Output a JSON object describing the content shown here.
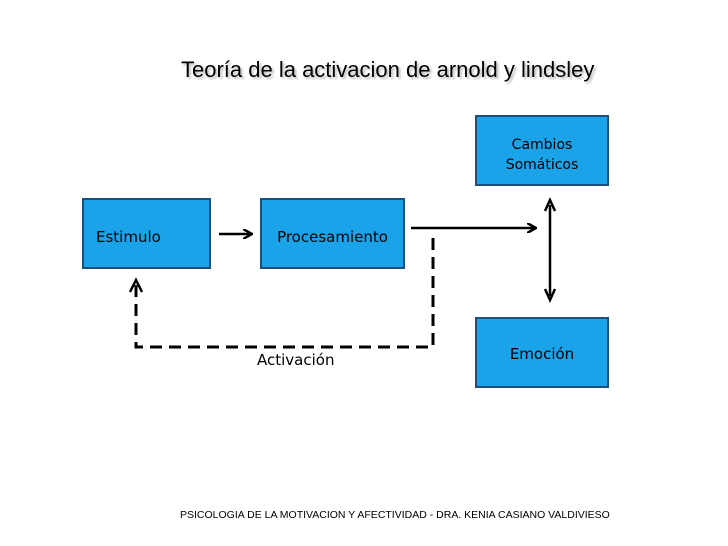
{
  "title": "Teoría de la activacion de arnold y lindsley",
  "nodes": {
    "estimulo": "Estimulo",
    "procesamiento": "Procesamiento",
    "cambios_line1": "Cambios",
    "cambios_line2": "Somáticos",
    "emocion": "Emoción"
  },
  "edge_labels": {
    "activacion": "Activación"
  },
  "footer": "PSICOLOGIA DE LA MOTIVACION Y AFECTIVIDAD - DRA. KENIA CASIANO VALDIVIESO",
  "colors": {
    "box_fill": "#1aa3e8",
    "box_border": "#1e4f78"
  }
}
